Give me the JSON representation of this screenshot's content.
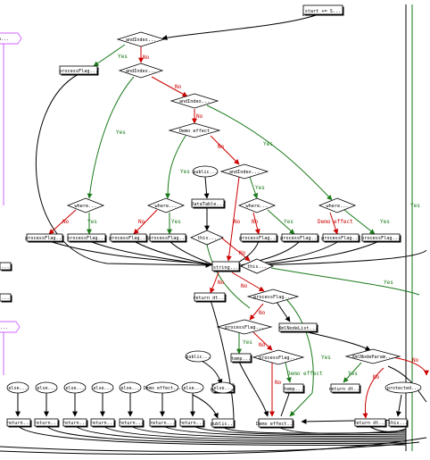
{
  "colors": {
    "black": "#000000",
    "yes": "#1a7a1a",
    "no": "#cc0000",
    "side": "#cc66ff"
  },
  "labels": {
    "yes": "Yes",
    "no": "No",
    "demo_effect": "Demo effect"
  },
  "boxes": [
    {
      "id": "start",
      "label": "start += S..."
    },
    {
      "id": "pf_top",
      "label": "processFlag..."
    },
    {
      "id": "datatable",
      "label": "DataTable..."
    },
    {
      "id": "pf1",
      "label": "processFlag..."
    },
    {
      "id": "pf2",
      "label": "processFlag..."
    },
    {
      "id": "pf3",
      "label": "processFlag..."
    },
    {
      "id": "pf4",
      "label": "processFlag..."
    },
    {
      "id": "pf5",
      "label": "processFlag..."
    },
    {
      "id": "pf6",
      "label": "processFlag..."
    },
    {
      "id": "pf7",
      "label": "processFlag..."
    },
    {
      "id": "pf8",
      "label": "processFlag..."
    },
    {
      "id": "string",
      "label": "string..."
    },
    {
      "id": "return_dt1",
      "label": "return dt..."
    },
    {
      "id": "xmlnodelist",
      "label": "XmlNodeList..."
    },
    {
      "id": "temp1",
      "label": "temp..."
    },
    {
      "id": "temp2",
      "label": "temp..."
    },
    {
      "id": "return_dt2",
      "label": "return dt..."
    },
    {
      "id": "return_dt3",
      "label": "return dt..."
    },
    {
      "id": "this_box",
      "label": "this..."
    },
    {
      "id": "demo_effect_box",
      "label": "Demo effect..."
    },
    {
      "id": "public_box1",
      "label": "public..."
    },
    {
      "id": "public_box2",
      "label": "public..."
    },
    {
      "id": "ret1",
      "label": "return..."
    },
    {
      "id": "ret2",
      "label": "return..."
    },
    {
      "id": "ret3",
      "label": "return..."
    },
    {
      "id": "ret4",
      "label": "return..."
    },
    {
      "id": "ret5",
      "label": "return..."
    },
    {
      "id": "ret6",
      "label": "return..."
    },
    {
      "id": "ret7",
      "label": "return..."
    },
    {
      "id": "left_box1",
      "label": "..."
    },
    {
      "id": "left_box2",
      "label": "..."
    }
  ],
  "diamonds": [
    {
      "id": "d1",
      "label": "andIndex..."
    },
    {
      "id": "d2",
      "label": "andIndex..."
    },
    {
      "id": "d3",
      "label": "andIndex..."
    },
    {
      "id": "d4",
      "label": "Demo effect"
    },
    {
      "id": "d5",
      "label": "andIndex..."
    },
    {
      "id": "d6",
      "label": "where..."
    },
    {
      "id": "d7",
      "label": "where..."
    },
    {
      "id": "d8",
      "label": "where..."
    },
    {
      "id": "d9",
      "label": "where..."
    },
    {
      "id": "d10",
      "label": "this..."
    },
    {
      "id": "d11",
      "label": "this..."
    },
    {
      "id": "d12",
      "label": "processFlag..."
    },
    {
      "id": "d13",
      "label": "processFlag..."
    },
    {
      "id": "d14",
      "label": "processFlag..."
    },
    {
      "id": "d15",
      "label": "XmlNodeParam..."
    }
  ],
  "ellipses": [
    {
      "id": "e_public1",
      "label": "public..."
    },
    {
      "id": "e_public2",
      "label": "public..."
    },
    {
      "id": "e1",
      "label": "else..."
    },
    {
      "id": "e2",
      "label": "else..."
    },
    {
      "id": "e3",
      "label": "else..."
    },
    {
      "id": "e4",
      "label": "else..."
    },
    {
      "id": "e5",
      "label": "else..."
    },
    {
      "id": "e6",
      "label": "Demo effect..."
    },
    {
      "id": "e7",
      "label": "else..."
    },
    {
      "id": "e8",
      "label": "else..."
    },
    {
      "id": "e9",
      "label": "protected..."
    }
  ],
  "side_labels": [
    {
      "id": "s1",
      "label": "each..."
    },
    {
      "id": "s2",
      "label": "ach..."
    }
  ]
}
